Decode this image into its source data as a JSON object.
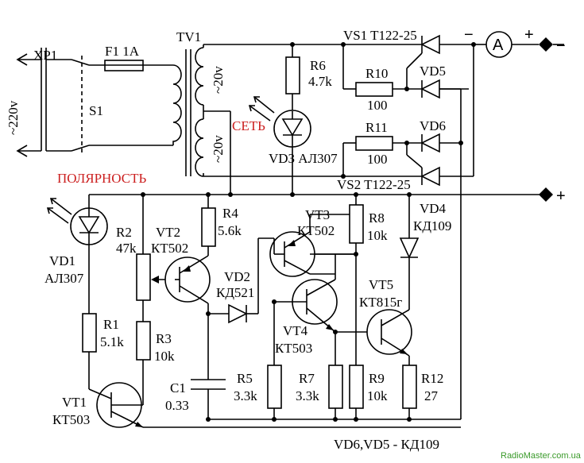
{
  "labels": {
    "xp1": "XP1",
    "mains": "~220v",
    "f1": "F1 1A",
    "s1": "S1",
    "tv1": "TV1",
    "w1": "~20v",
    "w2": "~20v",
    "vs1": "VS1 T122-25",
    "vs2": "VS2 T122-25",
    "r6": "R6",
    "r6v": "4.7k",
    "set": "СЕТЬ",
    "vd3": "VD3 АЛ307",
    "r10": "R10",
    "r10v": "100",
    "vd5": "VD5",
    "r11": "R11",
    "r11v": "100",
    "vd6": "VD6",
    "ammeter": "A",
    "minus_top": "−",
    "plus_top": "+",
    "minus_out": "−",
    "plus_out": "+",
    "polarity": "ПОЛЯРНОСТЬ",
    "vd1": "VD1",
    "vd1v": "АЛ307",
    "r2": "R2",
    "r2v": "47k",
    "vt2": "VT2",
    "vt2v": "КТ502",
    "r4": "R4",
    "r4v": "5.6k",
    "vd2": "VD2",
    "vd2v": "КД521",
    "vt3": "VT3",
    "vt3v": "КТ502",
    "r8": "R8",
    "r8v": "10k",
    "vd4": "VD4",
    "vd4v": "КД109",
    "vt5": "VT5",
    "vt5v": "КТ815г",
    "vt4": "VT4",
    "vt4v": "КТ503",
    "r1": "R1",
    "r1v": "5.1k",
    "r3": "R3",
    "r3v": "10k",
    "c1": "C1",
    "c1v": "0.33",
    "r5": "R5",
    "r5v": "3.3k",
    "r7": "R7",
    "r7v": "3.3k",
    "r9": "R9",
    "r9v": "10k",
    "r12": "R12",
    "r12v": "27",
    "vt1": "VT1",
    "vt1v": "КТ503",
    "note": "VD6,VD5 - КД109",
    "watermark": "RadioMaster.com.ua"
  }
}
